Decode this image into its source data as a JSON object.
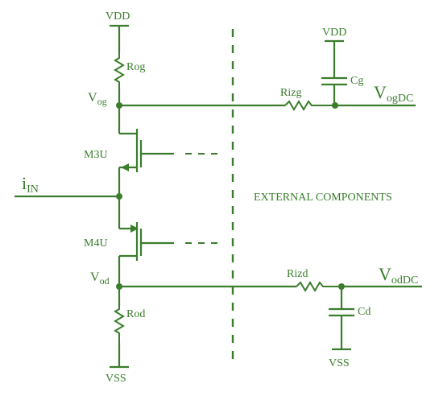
{
  "labels": {
    "vdd_top": "VDD",
    "rog": "Rog",
    "vog_main": "V",
    "vog_sub": "og",
    "m3u": "M3U",
    "iin_main": "i",
    "iin_sub": "IN",
    "m4u": "M4U",
    "vod_main": "V",
    "vod_sub": "od",
    "rod": "Rod",
    "vss_bottom": "VSS",
    "vdd_cap": "VDD",
    "cg": "Cg",
    "rizg": "Rizg",
    "vogdc_main": "V",
    "vogdc_sub": "ogDC",
    "external": "EXTERNAL COMPONENTS",
    "rizd": "Rizd",
    "vоddc_main": "V",
    "voddc_sub": "odDC",
    "cd": "Cd",
    "vss_cap": "VSS"
  },
  "colors": {
    "line": "#3a7d2c",
    "background": "#ffffff"
  }
}
